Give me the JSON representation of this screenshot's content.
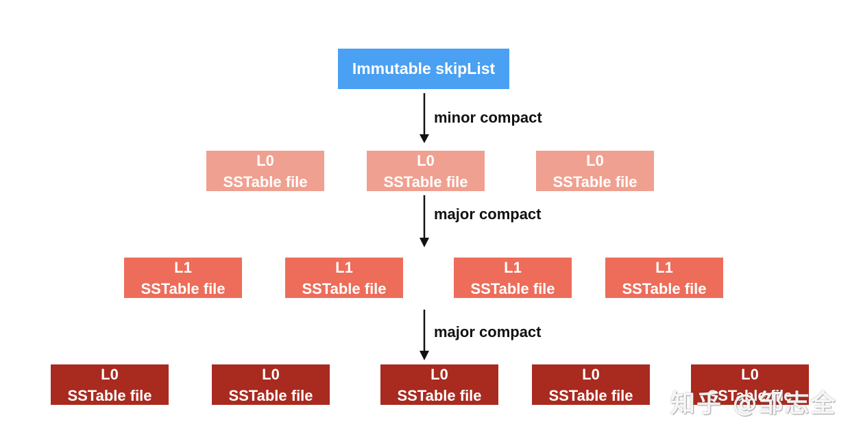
{
  "source_box": {
    "label": "Immutable skipList",
    "color": "#4aa0f2"
  },
  "arrows": [
    {
      "label": "minor compact"
    },
    {
      "label": "major compact"
    },
    {
      "label": "major compact"
    }
  ],
  "levels": [
    {
      "color": "#f0a090",
      "boxes": [
        {
          "level": "L0",
          "name": "SSTable file"
        },
        {
          "level": "L0",
          "name": "SSTable file"
        },
        {
          "level": "L0",
          "name": "SSTable file"
        }
      ]
    },
    {
      "color": "#ed6d5a",
      "boxes": [
        {
          "level": "L1",
          "name": "SSTable file"
        },
        {
          "level": "L1",
          "name": "SSTable file"
        },
        {
          "level": "L1",
          "name": "SSTable file"
        },
        {
          "level": "L1",
          "name": "SSTable file"
        }
      ]
    },
    {
      "color": "#a92a1f",
      "boxes": [
        {
          "level": "L0",
          "name": "SSTable file"
        },
        {
          "level": "L0",
          "name": "SSTable file"
        },
        {
          "level": "L0",
          "name": "SSTable file"
        },
        {
          "level": "L0",
          "name": "SSTable file"
        },
        {
          "level": "L0",
          "name": "SSTable file"
        }
      ]
    }
  ],
  "watermark": "知乎 @邹志全",
  "arrow_color": "#111111"
}
